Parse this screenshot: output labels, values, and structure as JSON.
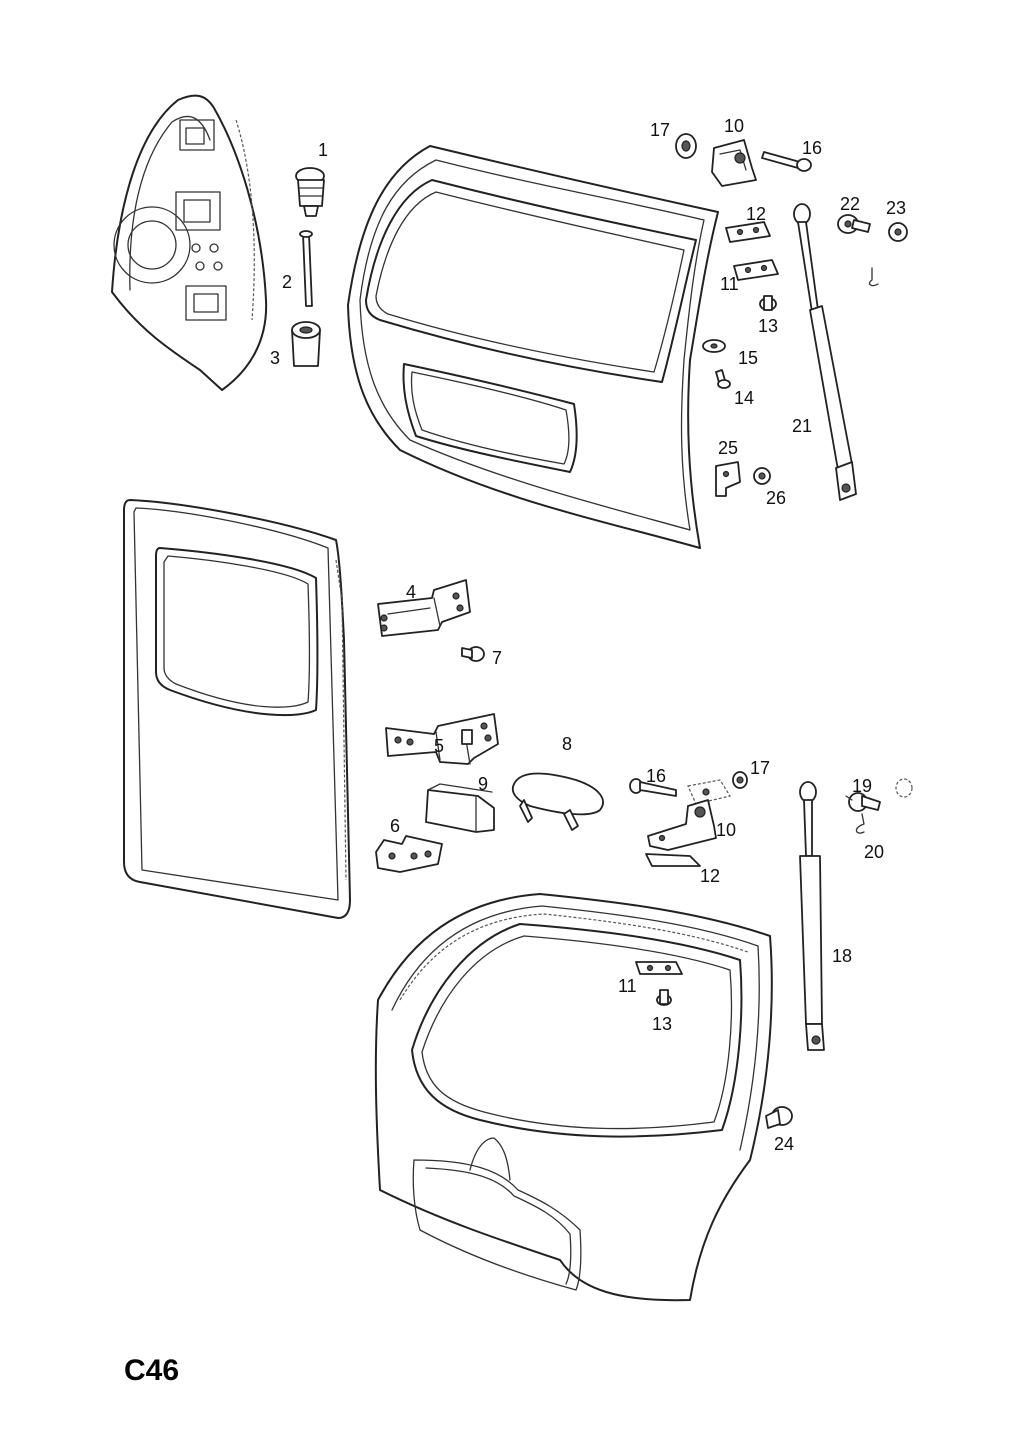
{
  "page_code": "C46",
  "callouts": [
    {
      "id": "c1",
      "label": "1"
    },
    {
      "id": "c2",
      "label": "2"
    },
    {
      "id": "c3",
      "label": "3"
    },
    {
      "id": "c17a",
      "label": "17"
    },
    {
      "id": "c10a",
      "label": "10"
    },
    {
      "id": "c16a",
      "label": "16"
    },
    {
      "id": "c22",
      "label": "22"
    },
    {
      "id": "c23",
      "label": "23"
    },
    {
      "id": "c12a",
      "label": "12"
    },
    {
      "id": "c11a",
      "label": "11"
    },
    {
      "id": "c13a",
      "label": "13"
    },
    {
      "id": "c15",
      "label": "15"
    },
    {
      "id": "c14",
      "label": "14"
    },
    {
      "id": "c21",
      "label": "21"
    },
    {
      "id": "c25",
      "label": "25"
    },
    {
      "id": "c26",
      "label": "26"
    },
    {
      "id": "c4",
      "label": "4"
    },
    {
      "id": "c7",
      "label": "7"
    },
    {
      "id": "c5",
      "label": "5"
    },
    {
      "id": "c8",
      "label": "8"
    },
    {
      "id": "c9",
      "label": "9"
    },
    {
      "id": "c6",
      "label": "6"
    },
    {
      "id": "c16b",
      "label": "16"
    },
    {
      "id": "c17b",
      "label": "17"
    },
    {
      "id": "c19",
      "label": "19"
    },
    {
      "id": "c10b",
      "label": "10"
    },
    {
      "id": "c20",
      "label": "20"
    },
    {
      "id": "c12b",
      "label": "12"
    },
    {
      "id": "c18",
      "label": "18"
    },
    {
      "id": "c11b",
      "label": "11"
    },
    {
      "id": "c13b",
      "label": "13"
    },
    {
      "id": "c24",
      "label": "24"
    }
  ]
}
